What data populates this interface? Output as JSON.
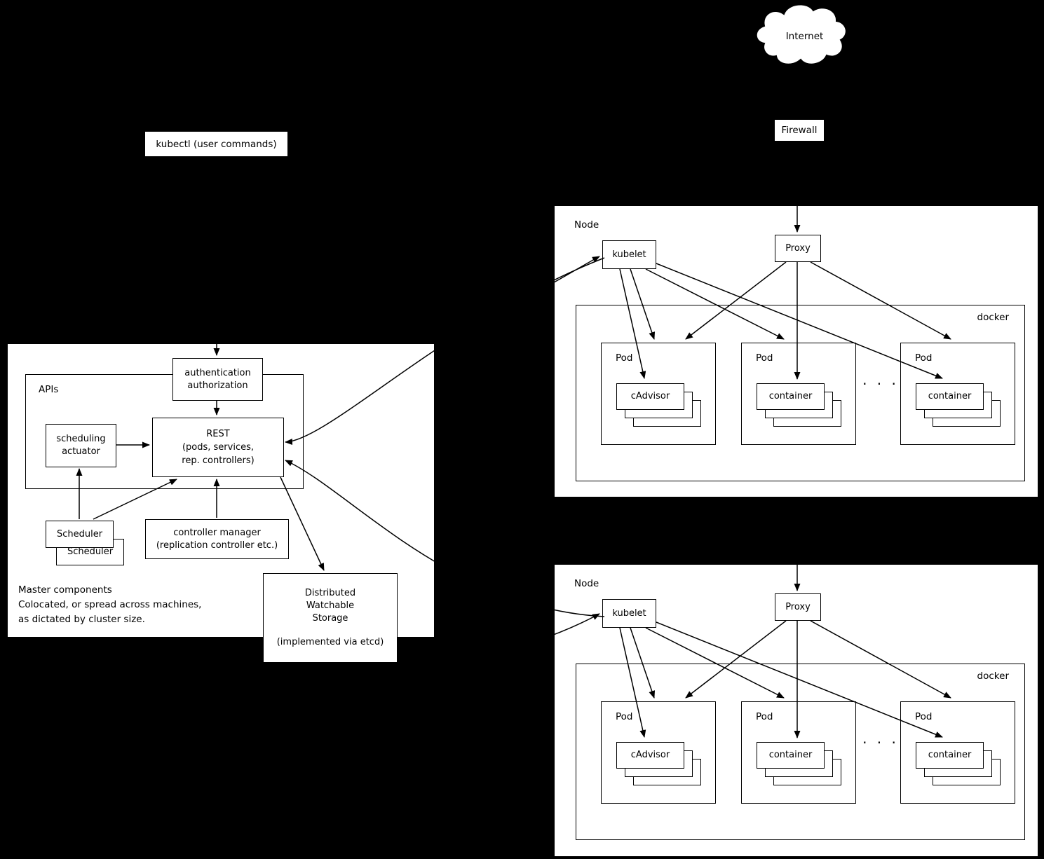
{
  "internet": {
    "label": "Internet"
  },
  "firewall": {
    "label": "Firewall"
  },
  "kubectl": {
    "label": "kubectl (user commands)"
  },
  "master": {
    "apis_label": "APIs",
    "auth": {
      "lines": [
        "authentication",
        "authorization"
      ]
    },
    "rest": {
      "lines": [
        "REST",
        "(pods, services,",
        "rep. controllers)"
      ]
    },
    "scheduling_actuator": {
      "lines": [
        "scheduling",
        "actuator"
      ]
    },
    "scheduler_front": "Scheduler",
    "scheduler_back": "Scheduler",
    "controller_manager": {
      "lines": [
        "controller manager",
        "(replication controller etc.)"
      ]
    },
    "caption_lines": [
      "Master components",
      "Colocated, or spread across machines,",
      "as dictated by cluster size."
    ]
  },
  "storage": {
    "lines": [
      "Distributed",
      "Watchable",
      "Storage"
    ],
    "note": "(implemented via etcd)"
  },
  "nodes": [
    {
      "label": "Node",
      "kubelet": "kubelet",
      "proxy": "Proxy",
      "docker_label": "docker",
      "dots": "· · ·",
      "pods": [
        {
          "label": "Pod",
          "container": "cAdvisor"
        },
        {
          "label": "Pod",
          "container": "container"
        },
        {
          "label": "Pod",
          "container": "container"
        }
      ]
    },
    {
      "label": "Node",
      "kubelet": "kubelet",
      "proxy": "Proxy",
      "docker_label": "docker",
      "dots": "· · ·",
      "pods": [
        {
          "label": "Pod",
          "container": "cAdvisor"
        },
        {
          "label": "Pod",
          "container": "container"
        },
        {
          "label": "Pod",
          "container": "container"
        }
      ]
    }
  ],
  "colors": {
    "background": "#000000",
    "box_fill": "#ffffff",
    "line": "#000000",
    "text": "#000000"
  }
}
